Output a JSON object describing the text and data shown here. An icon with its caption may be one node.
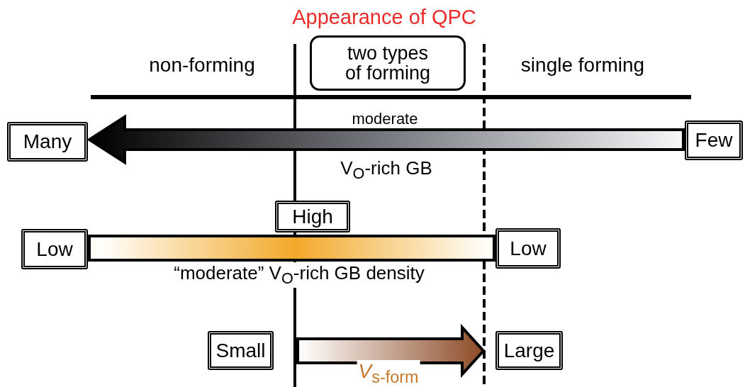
{
  "diagram": {
    "title": "Appearance of QPC",
    "nodes": [
      {
        "text": [
          "two types of forming"
        ]
      },
      {
        "text": [
          "Many"
        ]
      },
      {
        "text": [
          "Few"
        ]
      },
      {
        "text": [
          "High"
        ]
      },
      {
        "text": [
          "Low"
        ]
      },
      {
        "text": [
          "Low"
        ]
      },
      {
        "text": [
          "Small"
        ]
      },
      {
        "text": [
          "Large"
        ]
      }
    ],
    "edges": [
      {
        "from": 2,
        "to": 1,
        "arrow": "to"
      },
      {
        "from": 4,
        "to": 5,
        "arrow": "none"
      },
      {
        "from": 6,
        "to": 7,
        "arrow": "to"
      }
    ],
    "labels": [
      "non-forming",
      "single forming",
      "moderate",
      "V$_{O}$-rich GB",
      "“moderate” V$_{O}$-rich GB density",
      "*V*$_{s-form}$"
    ]
  }
}
